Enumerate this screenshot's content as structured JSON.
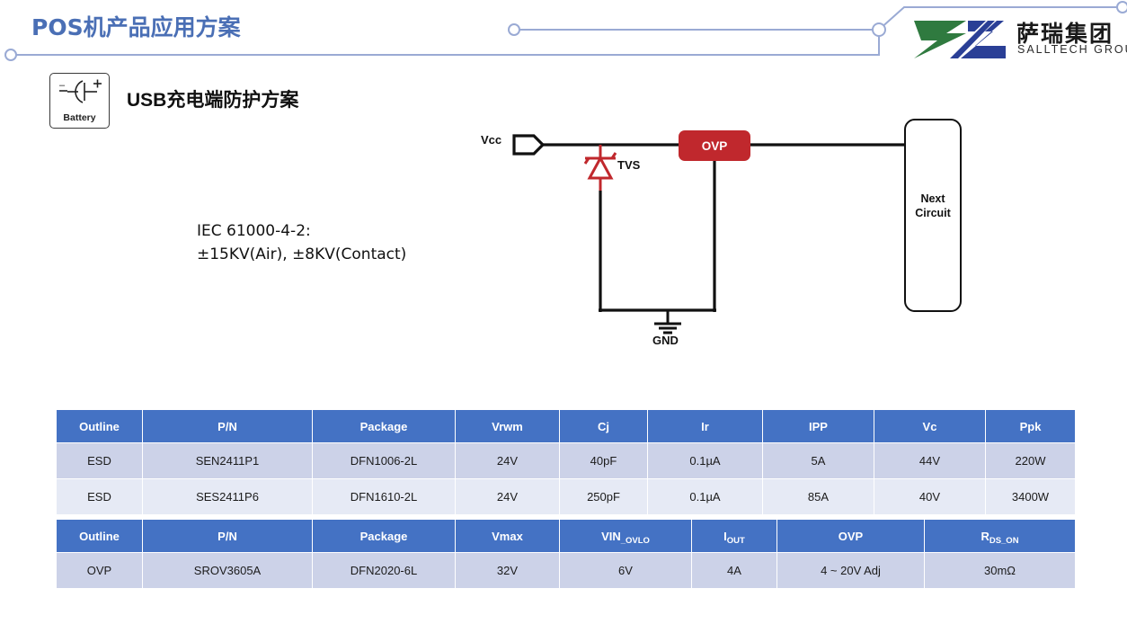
{
  "header": {
    "title": "POS机产品应用方案",
    "title_color": "#4a6fb5",
    "logo": {
      "icon": "salltech-logo-mark",
      "chinese": "萨瑞集团",
      "english": "SALLTECH GROUP",
      "green": "#2f7a3f",
      "blue": "#2a3f96"
    },
    "deco_line_color": "#9aaad4"
  },
  "section": {
    "badge": {
      "icon": "battery-icon",
      "label": "Battery"
    },
    "heading_latin": "USB",
    "heading_cjk": "充电端防护方案"
  },
  "note": {
    "line1": "IEC 61000-4-2:",
    "line2": "±15KV(Air), ±8KV(Contact)"
  },
  "circuit": {
    "vcc_label": "Vcc",
    "tvs_label": "TVS",
    "gnd_label": "GND",
    "ovp_label": "OVP",
    "ovp_color": "#c0282d",
    "tvs_color": "#c0282d",
    "wire_color": "#111111",
    "next_line1": "Next",
    "next_line2": "Circuit"
  },
  "table_esd": {
    "headers": [
      "Outline",
      "P/N",
      "Package",
      "Vrwm",
      "Cj",
      "Ir",
      "IPP",
      "Vc",
      "Ppk"
    ],
    "rows": [
      [
        "ESD",
        "SEN2411P1",
        "DFN1006-2L",
        "24V",
        "40pF",
        "0.1µA",
        "5A",
        "44V",
        "220W"
      ],
      [
        "ESD",
        "SES2411P6",
        "DFN1610-2L",
        "24V",
        "250pF",
        "0.1µA",
        "85A",
        "40V",
        "3400W"
      ]
    ],
    "header_bg": "#4472c4",
    "row_bg_dark": "#ccd2e8",
    "row_bg_light": "#e6eaf5"
  },
  "table_ovp": {
    "headers": [
      {
        "main": "Outline",
        "sub": ""
      },
      {
        "main": "P/N",
        "sub": ""
      },
      {
        "main": "Package",
        "sub": ""
      },
      {
        "main": "Vmax",
        "sub": ""
      },
      {
        "main": "VIN",
        "sub": "_OVLO"
      },
      {
        "main": "I",
        "sub": "OUT"
      },
      {
        "main": "OVP",
        "sub": ""
      },
      {
        "main": "R",
        "sub": "DS_ON"
      }
    ],
    "rows": [
      [
        "OVP",
        "SROV3605A",
        "DFN2020-6L",
        "32V",
        "6V",
        "4A",
        "4 ~ 20V Adj",
        "30mΩ"
      ]
    ]
  }
}
